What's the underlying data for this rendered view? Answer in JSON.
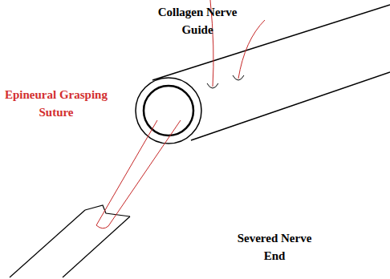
{
  "diagram": {
    "labels": [
      "Collagen Nerve Guide",
      "Epineural Grasping Suture",
      "Severed Nerve End"
    ]
  }
}
